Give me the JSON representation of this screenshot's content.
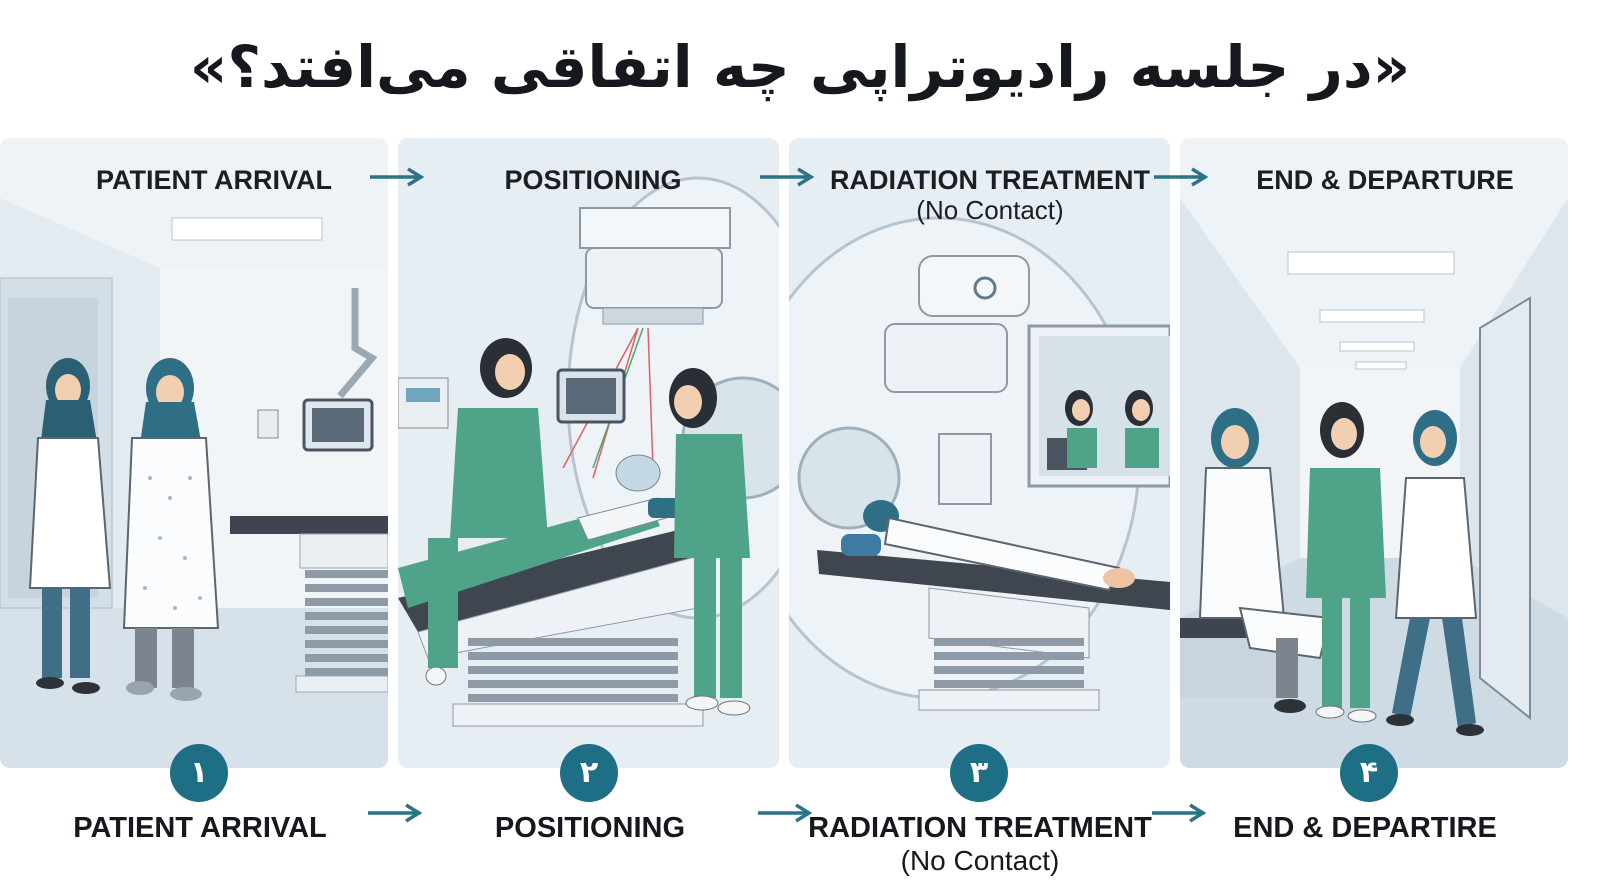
{
  "title": "«در جلسه رادیوتراپی چه اتفاقی می‌افتد؟»",
  "colors": {
    "badge": "#1e6e86",
    "arrow": "#2b7388",
    "panel_bg": "#e4ecf2",
    "scrubs": "#4fa388",
    "hijab": "#2e6f86"
  },
  "steps": [
    {
      "panel_title": "PATIENT ARRIVAL",
      "panel_subtitle": "",
      "number": "۱",
      "label": "PATIENT ARRIVAL",
      "sublabel": ""
    },
    {
      "panel_title": "POSITIONING",
      "panel_subtitle": "",
      "number": "۲",
      "label": "POSITIONING",
      "sublabel": ""
    },
    {
      "panel_title": "RADIATION TREATMENT",
      "panel_subtitle": "(No Contact)",
      "number": "۳",
      "label": "RADIATION TREATMENT",
      "sublabel": "(No Contact)"
    },
    {
      "panel_title": "END & DEPARTURE",
      "panel_subtitle": "",
      "number": "۴",
      "label": "END & DEPARTIRE",
      "sublabel": ""
    }
  ]
}
